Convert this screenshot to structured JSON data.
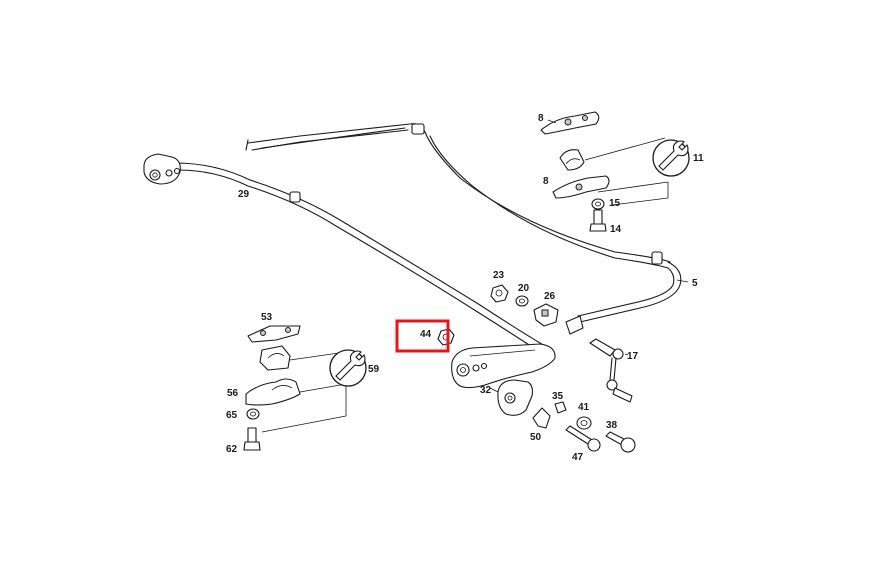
{
  "diagram": {
    "callouts": {
      "c5": "5",
      "c8a": "8",
      "c8b": "8",
      "c11": "11",
      "c14": "14",
      "c15": "15",
      "c17": "17",
      "c20": "20",
      "c23": "23",
      "c26": "26",
      "c29": "29",
      "c32": "32",
      "c35": "35",
      "c38": "38",
      "c41": "41",
      "c44": "44",
      "c47": "47",
      "c50": "50",
      "c53": "53",
      "c56": "56",
      "c59": "59",
      "c62": "62",
      "c65": "65"
    },
    "highlight_color": "#e8141c",
    "icons": [
      "wrench-icon",
      "wrench-icon"
    ]
  }
}
